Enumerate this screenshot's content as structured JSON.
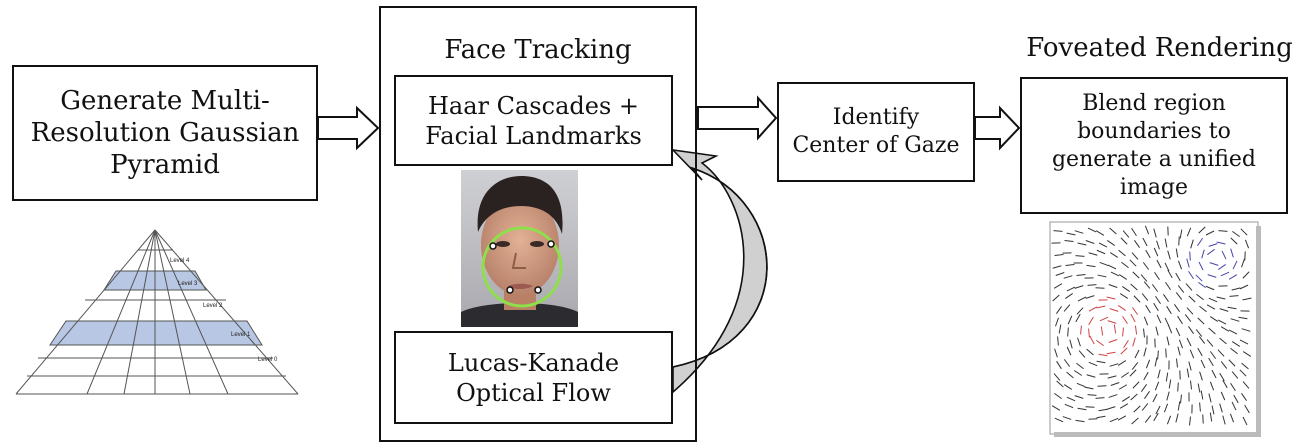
{
  "generate_box": {
    "line1": "Generate Multi-",
    "line2": "Resolution Gaussian",
    "line3": "Pyramid"
  },
  "face_tracking": {
    "title": "Face Tracking",
    "haar_line1": "Haar Cascades +",
    "haar_line2": "Facial Landmarks",
    "lk_line1": "Lucas-Kanade",
    "lk_line2": "Optical Flow"
  },
  "gaze_box": {
    "line1": "Identify",
    "line2": "Center of Gaze"
  },
  "foveated": {
    "title": "Foveated Rendering",
    "line1": "Blend region",
    "line2": "boundaries to",
    "line3": "generate a unified",
    "line4": "image"
  },
  "pyramid": {
    "levels": [
      "Level 4",
      "Level 3",
      "Level 2",
      "Level 1",
      "Level 0"
    ]
  },
  "colors": {
    "stroke": "#111111",
    "highlight": "#b8c7e3",
    "face_circle": "#8ee04a",
    "curve_fill": "#cccccc"
  }
}
